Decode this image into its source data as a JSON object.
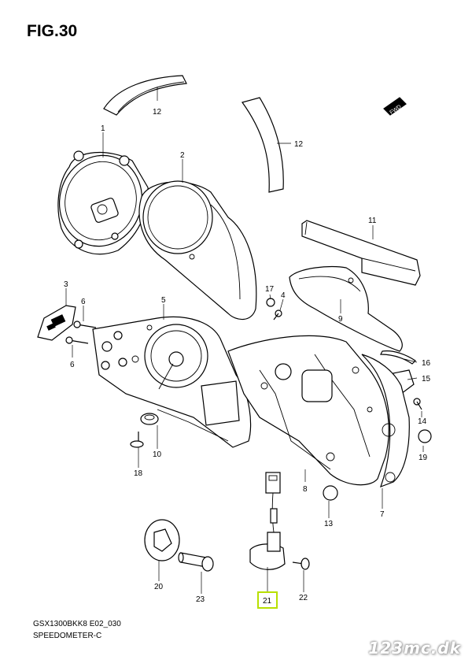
{
  "figure": {
    "title": "FIG.30",
    "model_code": "GSX1300BKK8 E02_030",
    "section_name": "SPEEDOMETER-C",
    "watermark": "123mc.dk",
    "direction_tag": "FWD",
    "highlight_color": "#b8e000"
  },
  "callouts": [
    {
      "id": "12a",
      "label": "12"
    },
    {
      "id": "12b",
      "label": "12"
    },
    {
      "id": "1",
      "label": "1"
    },
    {
      "id": "2",
      "label": "2"
    },
    {
      "id": "11",
      "label": "11"
    },
    {
      "id": "3",
      "label": "3"
    },
    {
      "id": "6a",
      "label": "6"
    },
    {
      "id": "6b",
      "label": "6"
    },
    {
      "id": "5",
      "label": "5"
    },
    {
      "id": "17",
      "label": "17"
    },
    {
      "id": "4",
      "label": "4"
    },
    {
      "id": "9",
      "label": "9"
    },
    {
      "id": "16",
      "label": "16"
    },
    {
      "id": "15",
      "label": "15"
    },
    {
      "id": "14",
      "label": "14"
    },
    {
      "id": "19",
      "label": "19"
    },
    {
      "id": "10",
      "label": "10"
    },
    {
      "id": "18",
      "label": "18"
    },
    {
      "id": "8",
      "label": "8"
    },
    {
      "id": "7",
      "label": "7"
    },
    {
      "id": "13",
      "label": "13"
    },
    {
      "id": "20",
      "label": "20"
    },
    {
      "id": "23",
      "label": "23"
    },
    {
      "id": "21",
      "label": "21"
    },
    {
      "id": "22",
      "label": "22"
    }
  ]
}
